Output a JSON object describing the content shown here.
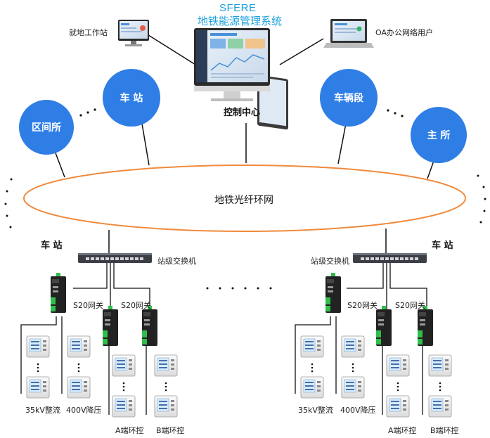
{
  "header": {
    "brand": "SFERE",
    "system_title": "地铁能源管理系统"
  },
  "top": {
    "workstation": "就地工作站",
    "oa_user": "OA办公网络用户",
    "control_center": "控制中心"
  },
  "nodes": {
    "interval": "区间所",
    "station": "车 站",
    "depot": "车辆段",
    "main": "主 所"
  },
  "ring": {
    "label": "地铁光纤环网"
  },
  "left_site": {
    "station": "车 站",
    "switch": "站级交换机",
    "gw1": "S20网关",
    "gw2": "S20网关",
    "b1": "35kV整流",
    "b2": "400V降压",
    "b3": "A端环控",
    "b4": "B端环控"
  },
  "right_site": {
    "station": "车 站",
    "switch": "站级交换机",
    "gw1": "S20网关",
    "gw2": "S20网关",
    "b1": "35kV整流",
    "b2": "400V降压",
    "b3": "A端环控",
    "b4": "B端环控"
  },
  "colors": {
    "ring": "#f08a3c",
    "node": "#2f7ee6",
    "title": "#1aa0dc",
    "gateway": "#222222",
    "terminal": "#2fbf4a"
  }
}
